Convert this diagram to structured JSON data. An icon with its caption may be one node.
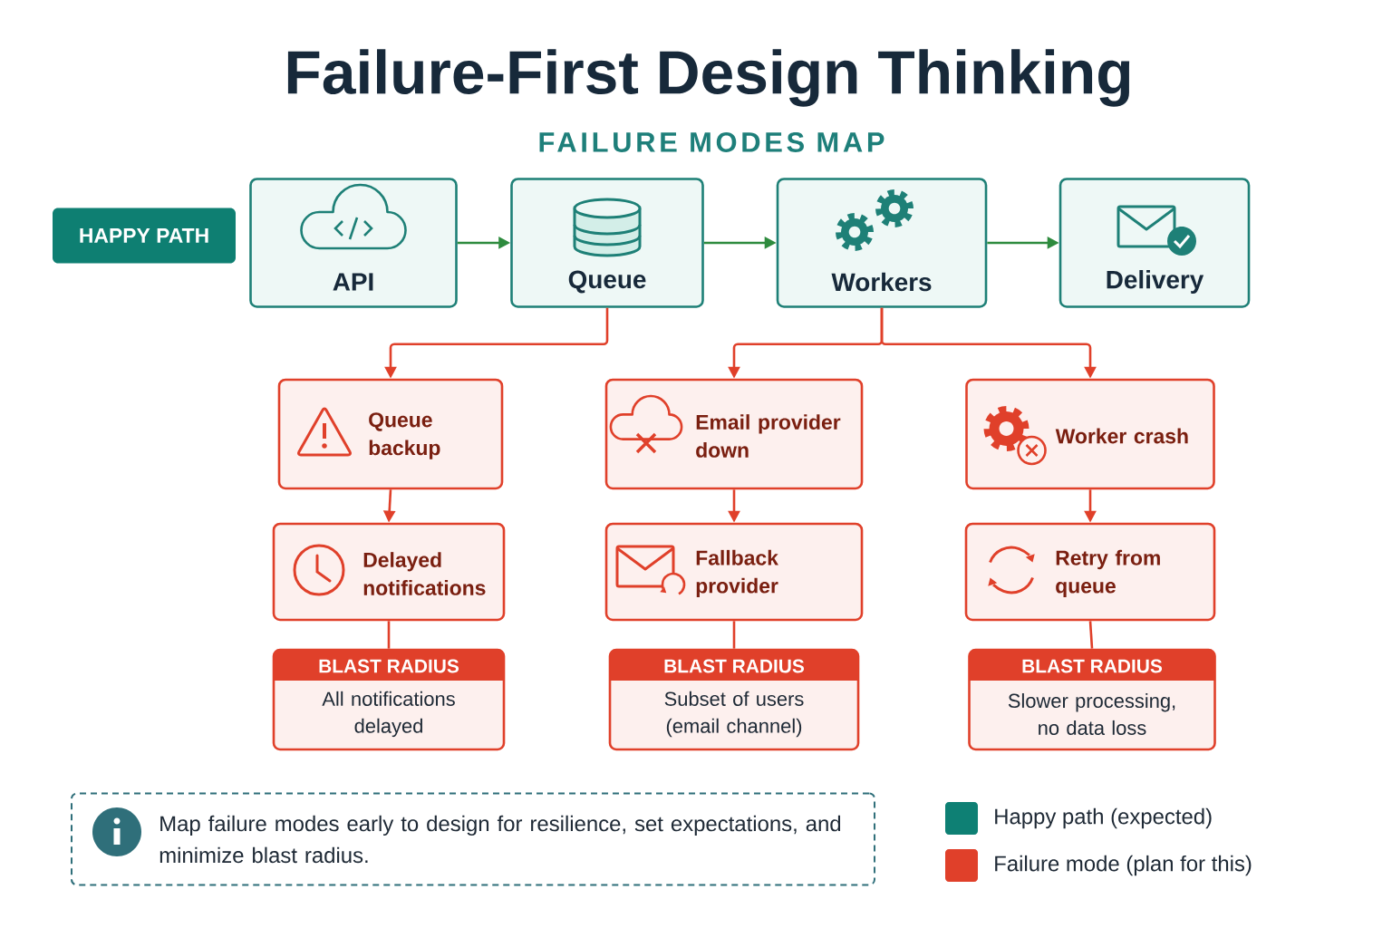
{
  "diagram": {
    "title": "Failure-First Design Thinking",
    "nodes": [
      {
        "text": [
          "HAPPY PATH"
        ]
      },
      {
        "text": [
          "API"
        ]
      },
      {
        "text": [
          "Queue"
        ]
      },
      {
        "text": [
          "Workers"
        ]
      },
      {
        "text": [
          "Delivery"
        ]
      },
      {
        "text": [
          "Queue backup"
        ]
      },
      {
        "text": [
          "Email provider down"
        ]
      },
      {
        "text": [
          "Worker crash"
        ]
      },
      {
        "text": [
          "Delayed notifications"
        ]
      },
      {
        "text": [
          "Fallback provider"
        ]
      },
      {
        "text": [
          "Retry from queue"
        ]
      },
      {
        "text": [
          "BLAST RADIUS",
          "All notifications delayed"
        ]
      },
      {
        "text": [
          "BLAST RADIUS",
          "Subset of users (email channel)"
        ]
      },
      {
        "text": [
          "BLAST RADIUS",
          "Slower processing, no data loss"
        ]
      },
      {
        "text": [
          "Map failure modes early to design for resilience, set expectations, and minimize blast radius."
        ]
      }
    ],
    "edges": [
      {
        "from": 1,
        "to": 2,
        "arrow": "to",
        "color": "#2e8b3e"
      },
      {
        "from": 2,
        "to": 3,
        "arrow": "to",
        "color": "#2e8b3e"
      },
      {
        "from": 3,
        "to": 4,
        "arrow": "to",
        "color": "#2e8b3e"
      },
      {
        "from": 2,
        "to": 5,
        "arrow": "to"
      },
      {
        "from": 3,
        "to": 6,
        "arrow": "to"
      },
      {
        "from": 3,
        "to": 7,
        "arrow": "to"
      },
      {
        "from": 5,
        "to": 8,
        "arrow": "to"
      },
      {
        "from": 6,
        "to": 9,
        "arrow": "to"
      },
      {
        "from": 7,
        "to": 10,
        "arrow": "to"
      },
      {
        "from": 8,
        "to": 11,
        "arrow": "none"
      },
      {
        "from": 9,
        "to": 12,
        "arrow": "none"
      },
      {
        "from": 10,
        "to": 13,
        "arrow": "none"
      }
    ],
    "labels": [
      "FAILURE MODES MAP"
    ],
    "legend": [
      {
        "text": "Happy path (expected)",
        "color": "#0e8074"
      },
      {
        "text": "Failure mode (plan for this)",
        "color": "#e0402a"
      }
    ]
  }
}
